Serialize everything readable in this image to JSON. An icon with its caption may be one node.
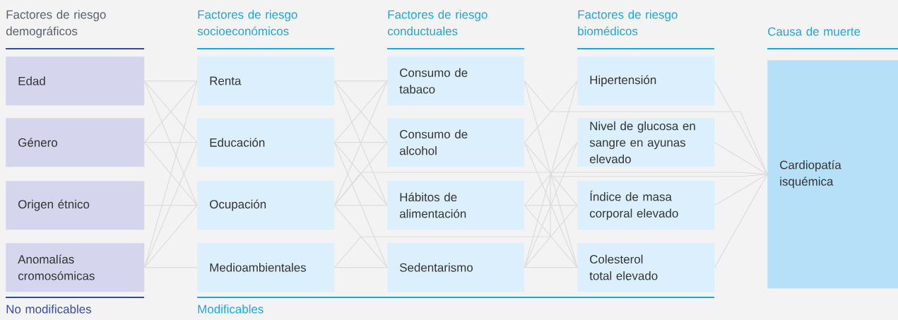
{
  "diagram": {
    "nodes": [
      {
        "text": [
          "Edad"
        ]
      },
      {
        "text": [
          "Género"
        ]
      },
      {
        "text": [
          "Origen étnico"
        ]
      },
      {
        "text": [
          "Anomalías cromosómicas"
        ]
      },
      {
        "text": [
          "Renta"
        ]
      },
      {
        "text": [
          "Educación"
        ]
      },
      {
        "text": [
          "Ocupación"
        ]
      },
      {
        "text": [
          "Medioambientales"
        ]
      },
      {
        "text": [
          "Consumo de tabaco"
        ]
      },
      {
        "text": [
          "Consumo de alcohol"
        ]
      },
      {
        "text": [
          "Hábitos de alimentación"
        ]
      },
      {
        "text": [
          "Sedentarismo"
        ]
      },
      {
        "text": [
          "Hipertensión"
        ]
      },
      {
        "text": [
          "Nivel de glucosa en sangre en ayunas elevado"
        ]
      },
      {
        "text": [
          "Índice de masa corporal elevado"
        ]
      },
      {
        "text": [
          "Colesterol total elevado"
        ]
      },
      {
        "text": [
          "Cardiopatía isquémica"
        ]
      }
    ],
    "edges": [
      {
        "from": 0,
        "to": 4,
        "arrow": "none"
      },
      {
        "from": 0,
        "to": 5,
        "arrow": "none"
      },
      {
        "from": 0,
        "to": 6,
        "arrow": "none"
      },
      {
        "from": 1,
        "to": 4,
        "arrow": "none"
      },
      {
        "from": 1,
        "to": 5,
        "arrow": "none"
      },
      {
        "from": 1,
        "to": 6,
        "arrow": "none"
      },
      {
        "from": 2,
        "to": 6,
        "arrow": "none"
      },
      {
        "from": 3,
        "to": 4,
        "arrow": "none"
      },
      {
        "from": 3,
        "to": 5,
        "arrow": "none"
      },
      {
        "from": 3,
        "to": 6,
        "arrow": "none"
      },
      {
        "from": 3,
        "to": 7,
        "arrow": "none"
      },
      {
        "from": 4,
        "to": 8,
        "arrow": "none"
      },
      {
        "from": 4,
        "to": 9,
        "arrow": "none"
      },
      {
        "from": 4,
        "to": 10,
        "arrow": "none"
      },
      {
        "from": 5,
        "to": 8,
        "arrow": "none"
      },
      {
        "from": 5,
        "to": 9,
        "arrow": "none"
      },
      {
        "from": 5,
        "to": 10,
        "arrow": "none"
      },
      {
        "from": 5,
        "to": 11,
        "arrow": "none"
      },
      {
        "from": 6,
        "to": 8,
        "arrow": "none"
      },
      {
        "from": 6,
        "to": 9,
        "arrow": "none"
      },
      {
        "from": 6,
        "to": 10,
        "arrow": "none"
      },
      {
        "from": 6,
        "to": 11,
        "arrow": "none"
      },
      {
        "from": 6,
        "to": 16,
        "arrow": "none"
      },
      {
        "from": 7,
        "to": 11,
        "arrow": "none"
      },
      {
        "from": 7,
        "to": 16,
        "arrow": "none"
      },
      {
        "from": 8,
        "to": 15,
        "arrow": "none"
      },
      {
        "from": 8,
        "to": 16,
        "arrow": "none"
      },
      {
        "from": 9,
        "to": 12,
        "arrow": "none"
      },
      {
        "from": 9,
        "to": 14,
        "arrow": "none"
      },
      {
        "from": 9,
        "to": 15,
        "arrow": "none"
      },
      {
        "from": 10,
        "to": 13,
        "arrow": "none"
      },
      {
        "from": 10,
        "to": 14,
        "arrow": "none"
      },
      {
        "from": 10,
        "to": 15,
        "arrow": "none"
      },
      {
        "from": 11,
        "to": 12,
        "arrow": "none"
      },
      {
        "from": 11,
        "to": 13,
        "arrow": "none"
      },
      {
        "from": 11,
        "to": 14,
        "arrow": "none"
      },
      {
        "from": 11,
        "to": 15,
        "arrow": "none"
      },
      {
        "from": 12,
        "to": 16,
        "arrow": "none"
      },
      {
        "from": 13,
        "to": 16,
        "arrow": "none"
      },
      {
        "from": 14,
        "to": 16,
        "arrow": "none"
      },
      {
        "from": 15,
        "to": 16,
        "arrow": "none"
      }
    ],
    "labels": [
      "Factores de riesgo demográficos",
      "Factores de riesgo socioeconómicos",
      "Factores de riesgo conductuales",
      "Factores de riesgo biomédicos",
      "Causa de muerte",
      "No modificables",
      "Modificables"
    ]
  }
}
